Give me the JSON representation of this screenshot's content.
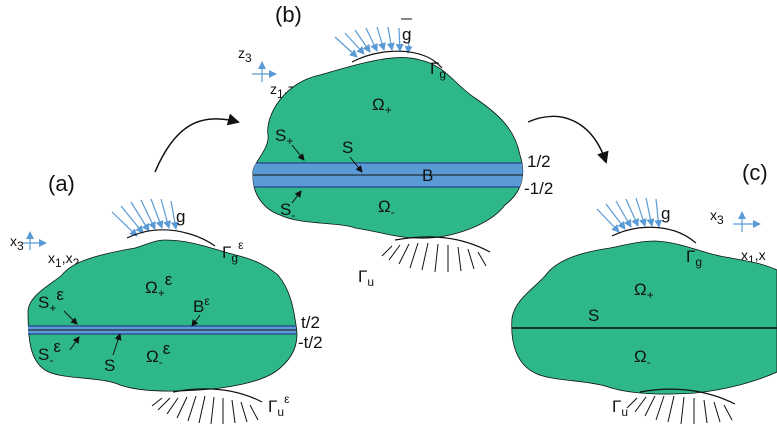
{
  "colors": {
    "body_fill": "#2eb889",
    "layer_fill": "#5b9bd5",
    "load_arrow": "#5b9bd5",
    "outline": "#111111"
  },
  "panels": {
    "a": {
      "tag": "(a)",
      "axis_vertical": "x",
      "axis_vertical_sub": "3",
      "axis_horizontal_main": "x",
      "axis_horizontal_sub1": "1",
      "axis_horizontal_sep": ",x",
      "axis_horizontal_sub2": "2",
      "load": "g",
      "dirichlet_main": "Γ",
      "dirichlet_sub": "g",
      "dirichlet_sup": "ε",
      "upper_main": "Ω",
      "upper_sub": "+",
      "upper_sup": "ε",
      "lower_main": "Ω",
      "lower_sub": "-",
      "lower_sup": "ε",
      "s_plus_main": "S",
      "s_plus_sub": "+",
      "s_plus_sup": "ε",
      "s_minus_main": "S",
      "s_minus_sub": "-",
      "s_minus_sup": "ε",
      "interface": "S",
      "layer_main": "B",
      "layer_sup": "ε",
      "thickness_top": "t/2",
      "thickness_bottom": "-t/2",
      "support_main": "Γ",
      "support_sub": "u",
      "support_sup": "ε"
    },
    "b": {
      "tag": "(b)",
      "axis_vertical": "z",
      "axis_vertical_sub": "3",
      "axis_horizontal_main": "z",
      "axis_horizontal_sub1": "1",
      "axis_horizontal_sep": ",z",
      "axis_horizontal_sub2": "2",
      "load": "g",
      "dirichlet_main": "Γ",
      "dirichlet_sub": "g",
      "upper_main": "Ω",
      "upper_sub": "+",
      "lower_main": "Ω",
      "lower_sub": "-",
      "s_plus_main": "S",
      "s_plus_sub": "+",
      "s_minus_main": "S",
      "s_minus_sub": "-",
      "interface": "S",
      "layer": "B",
      "thickness_top": "1/2",
      "thickness_bottom": "-1/2",
      "support_main": "Γ",
      "support_sub": "u"
    },
    "c": {
      "tag": "(c)",
      "axis_vertical": "x",
      "axis_vertical_sub": "3",
      "axis_horizontal_main": "x",
      "axis_horizontal_sub1": "1",
      "axis_horizontal_sep": ",x",
      "load": "g",
      "dirichlet_main": "Γ",
      "dirichlet_sub": "g",
      "upper_main": "Ω",
      "upper_sub": "+",
      "lower_main": "Ω",
      "lower_sub": "-",
      "interface": "S",
      "support_main": "Γ",
      "support_sub": "u"
    }
  }
}
